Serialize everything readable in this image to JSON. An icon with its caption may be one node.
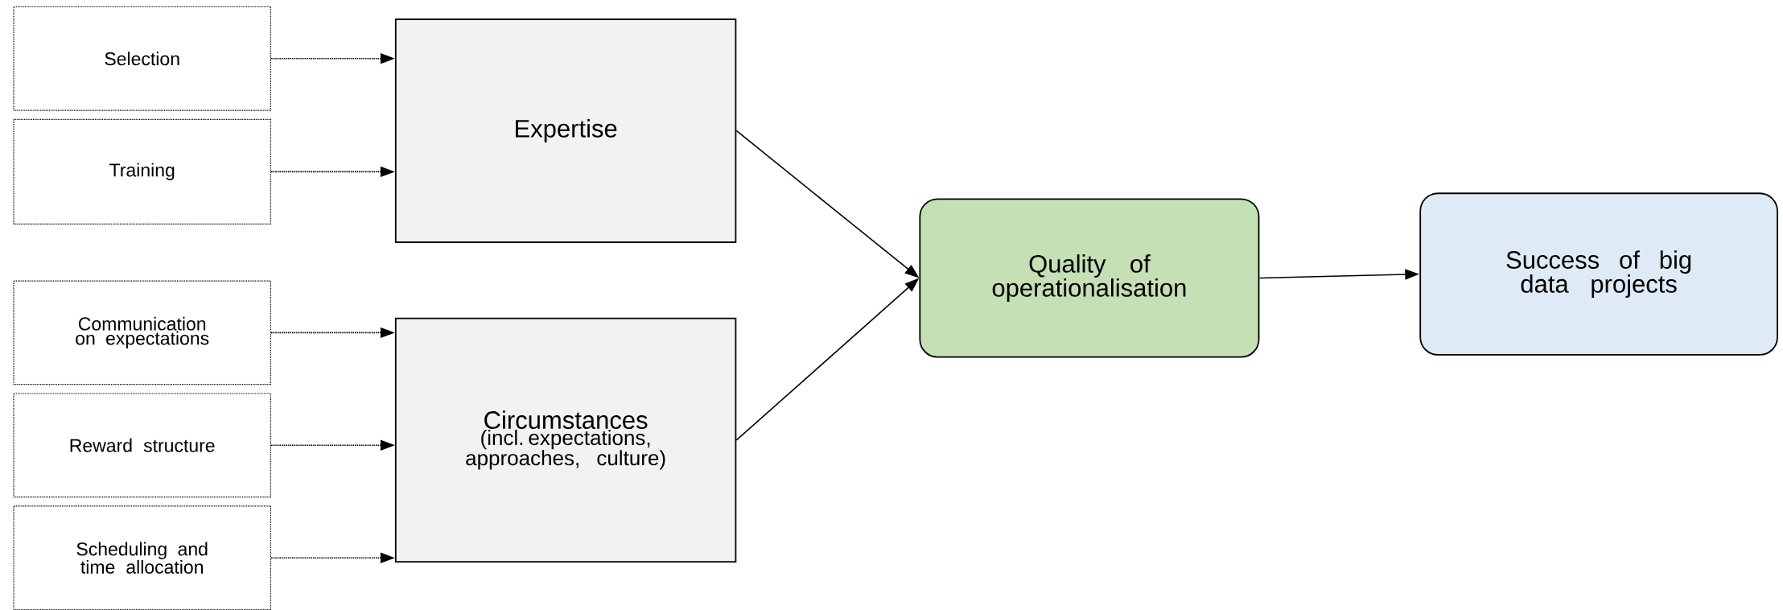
{
  "diagram": {
    "nodes": [
      {
        "text": [
          "Selection"
        ]
      },
      {
        "text": [
          "Training"
        ]
      },
      {
        "text": [
          "Communication on expectations"
        ]
      },
      {
        "text": [
          "Reward structure"
        ]
      },
      {
        "text": [
          "Scheduling and time allocation"
        ]
      },
      {
        "text": [
          "Expertise"
        ]
      },
      {
        "text": [
          "Circumstances",
          "(incl. expectations, approaches, culture)"
        ]
      },
      {
        "text": [
          "Quality of operationalisation"
        ]
      },
      {
        "text": [
          "Success of big data projects"
        ]
      }
    ],
    "edges": [
      {
        "from": 0,
        "to": 5,
        "arrow": "to",
        "style": "dashed"
      },
      {
        "from": 1,
        "to": 5,
        "arrow": "to",
        "style": "dashed"
      },
      {
        "from": 2,
        "to": 6,
        "arrow": "to",
        "style": "dashed"
      },
      {
        "from": 3,
        "to": 6,
        "arrow": "to",
        "style": "dashed"
      },
      {
        "from": 4,
        "to": 6,
        "arrow": "to",
        "style": "dashed"
      },
      {
        "from": 5,
        "to": 7,
        "arrow": "to"
      },
      {
        "from": 6,
        "to": 7,
        "arrow": "to"
      },
      {
        "from": 7,
        "to": 8,
        "arrow": "to"
      }
    ]
  }
}
